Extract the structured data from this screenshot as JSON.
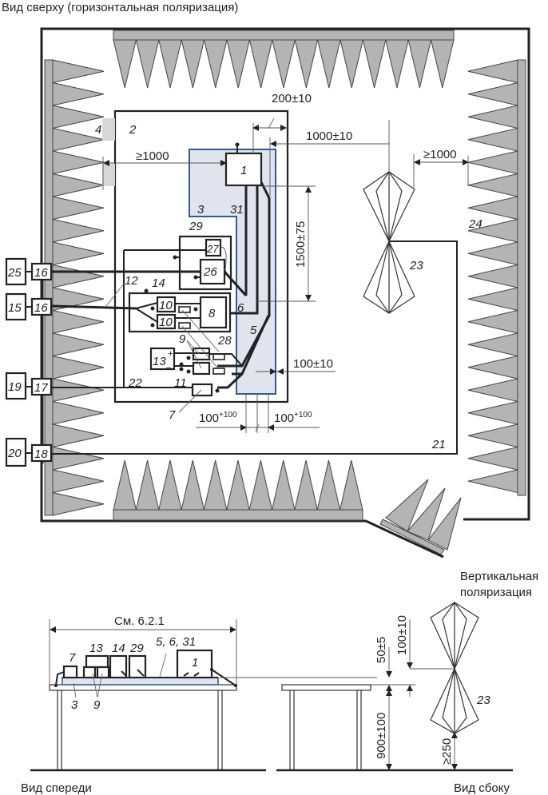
{
  "titles": {
    "top_view": "Вид сверху (горизонтальная поляризация)",
    "front_view": "Вид спереди",
    "side_view": "Вид сбоку",
    "vertical_pol_line1": "Вертикальная",
    "vertical_pol_line2": "поляризация"
  },
  "top_view_labels": {
    "eut": "1",
    "table": "2",
    "ground_plane": "3",
    "absorber": "4",
    "cable_5": "5",
    "cable_6": "6",
    "item_7": "7",
    "item_8": "8",
    "item_9": "9",
    "item_10a": "10",
    "item_10b": "10",
    "item_11": "11",
    "item_12": "12",
    "item_13": "13",
    "item_14": "14",
    "item_15": "15",
    "item_16a": "16",
    "item_16b": "16",
    "item_17": "17",
    "item_18": "18",
    "item_19": "19",
    "item_20": "20",
    "item_21": "21",
    "item_22": "22",
    "antenna": "23",
    "item_24": "24",
    "item_25": "25",
    "item_26": "26",
    "item_27": "27",
    "item_28": "28",
    "item_29": "29",
    "cable_31": "31",
    "plus": "+",
    "minus": "–"
  },
  "dimensions": {
    "d_200": "200±10",
    "d_1000_eut_wall": "≥1000",
    "d_1000_ant": "1000±10",
    "d_1000_ant_wall": "≥1000",
    "d_1500": "1500±75",
    "d_100_10": "100±10",
    "d_100_left_base": "100",
    "d_100_left_sup": "+100",
    "d_100_right_base": "100",
    "d_100_right_sup": "+100"
  },
  "front_view": {
    "span": "См. 6.2.1",
    "labels": {
      "l7": "7",
      "l13": "13",
      "l14": "14",
      "l29": "29",
      "l5631": "5, 6, 31",
      "l1": "1",
      "l3": "3",
      "l9": "9"
    }
  },
  "side_view": {
    "d_50": "50±5",
    "d_100": "100±10",
    "d_900": "900±100",
    "d_250": "≥250",
    "antenna": "23"
  },
  "colors": {
    "absorber": "#b3b4b6",
    "absorber_light": "#d6d7d9",
    "ground_plane_fill": "#dfe4ee",
    "ground_plane_stroke": "#2f5d8f",
    "line": "#222222"
  }
}
